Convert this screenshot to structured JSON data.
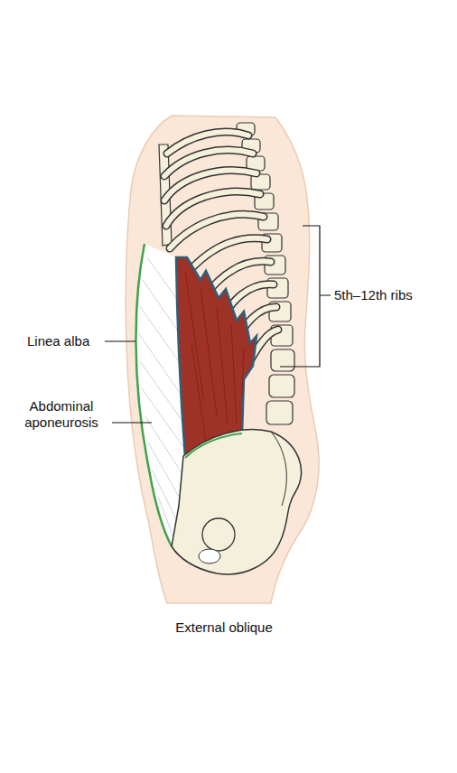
{
  "diagram": {
    "caption": "External oblique",
    "labels": [
      "Linea alba",
      "Abdominal aponeurosis",
      "5th–12th ribs"
    ]
  }
}
